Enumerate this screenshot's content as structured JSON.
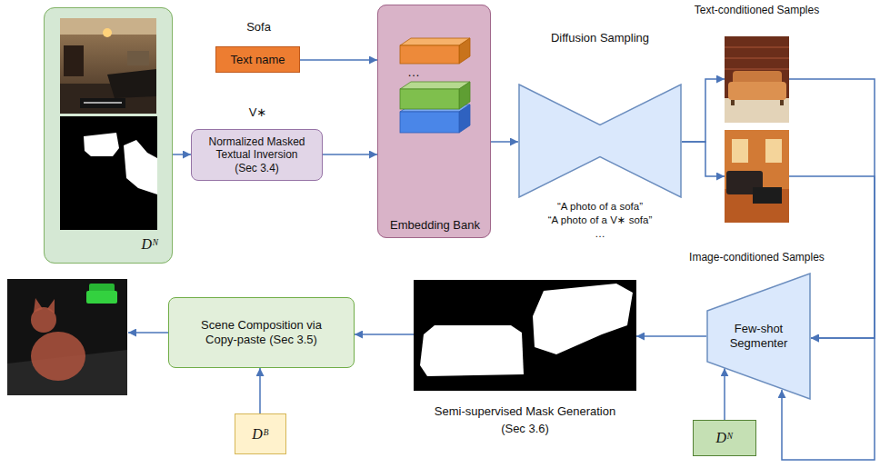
{
  "diagram": {
    "nodes": [
      {
        "text": [
          "Dᴺ"
        ]
      },
      {
        "text": [
          "Sofa",
          "Text name"
        ]
      },
      {
        "text": [
          "V∗",
          "Normalized Masked Textual Inversion (Sec 3.4)"
        ]
      },
      {
        "text": [
          "Embedding Bank"
        ]
      },
      {
        "text": [
          "Diffusion Sampling",
          "“A photo of a sofa”",
          "“A photo of a V∗ sofa”",
          "…"
        ]
      },
      {
        "text": [
          "Text-conditioned Samples"
        ]
      },
      {
        "text": [
          "Image-conditioned Samples"
        ]
      },
      {
        "text": [
          "Few-shot Segmenter"
        ]
      },
      {
        "text": [
          "Dᴺ"
        ]
      },
      {
        "text": [
          "Semi-supervised Mask Generation (Sec 3.6)"
        ]
      },
      {
        "text": [
          "Scene Composition via Copy-paste (Sec 3.5)"
        ]
      },
      {
        "text": [
          "Dᴮ"
        ]
      }
    ],
    "edges": [
      {
        "from": 0,
        "to": 2,
        "arrow": "to"
      },
      {
        "from": 1,
        "to": 3,
        "arrow": "to"
      },
      {
        "from": 2,
        "to": 3,
        "arrow": "to"
      },
      {
        "from": 3,
        "to": 4,
        "arrow": "to"
      },
      {
        "from": 4,
        "to": 5,
        "arrow": "to"
      },
      {
        "from": 4,
        "to": 6,
        "arrow": "to"
      },
      {
        "from": 5,
        "to": 7,
        "arrow": "to"
      },
      {
        "from": 6,
        "to": 7,
        "arrow": "to"
      },
      {
        "from": 8,
        "to": 7,
        "arrow": "to"
      },
      {
        "from": 7,
        "to": 9,
        "arrow": "to"
      },
      {
        "from": 9,
        "to": 10,
        "arrow": "to"
      },
      {
        "from": 11,
        "to": 10,
        "arrow": "to"
      }
    ],
    "labels": [
      "…"
    ]
  }
}
